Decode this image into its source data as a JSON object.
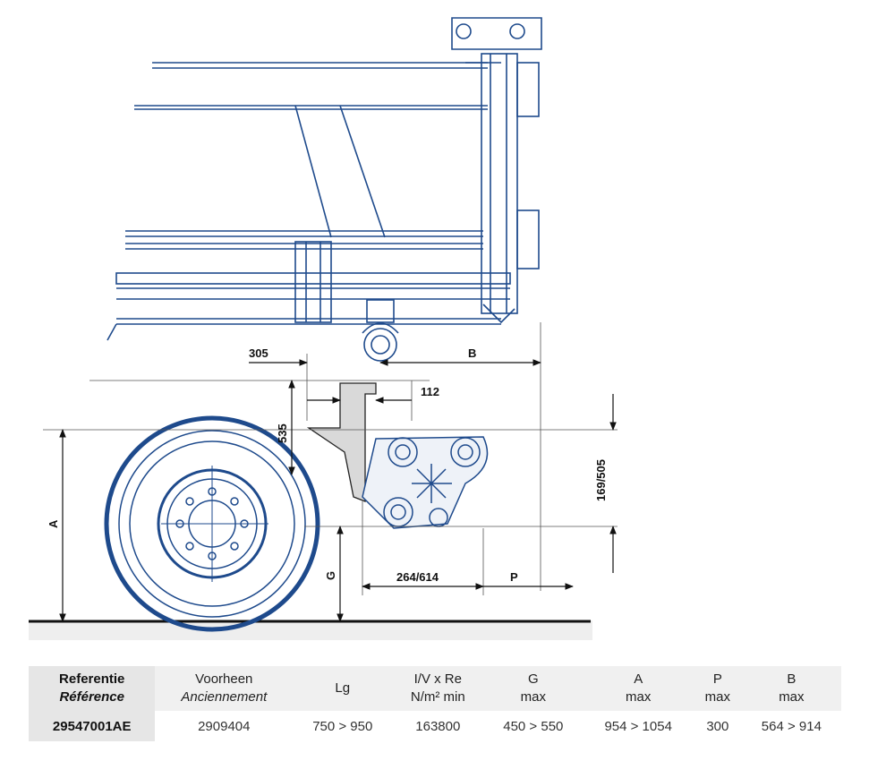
{
  "drawing": {
    "dimensions": {
      "d305": "305",
      "b": "B",
      "d112": "112",
      "d535": "535",
      "d169_505": "169/505",
      "a": "A",
      "g": "G",
      "d264_614": "264/614",
      "p": "P"
    },
    "line_color": "#1e4a8c"
  },
  "table": {
    "headers": [
      {
        "line1": "Referentie",
        "line2": "Référence"
      },
      {
        "line1": "Voorheen",
        "line2": "Anciennement"
      },
      {
        "line1": "Lg",
        "line2": ""
      },
      {
        "line1": "I/V x Re",
        "line2": "N/m² min"
      },
      {
        "line1": "G",
        "line2": "max"
      },
      {
        "line1": "A",
        "line2": "max"
      },
      {
        "line1": "P",
        "line2": "max"
      },
      {
        "line1": "B",
        "line2": "max"
      }
    ],
    "row": {
      "reference": "29547001AE",
      "previous": "2909404",
      "lg": "750 > 950",
      "iv_re": "163800",
      "g": "450 > 550",
      "a": "954 > 1054",
      "p": "300",
      "b": "564 > 914"
    }
  }
}
